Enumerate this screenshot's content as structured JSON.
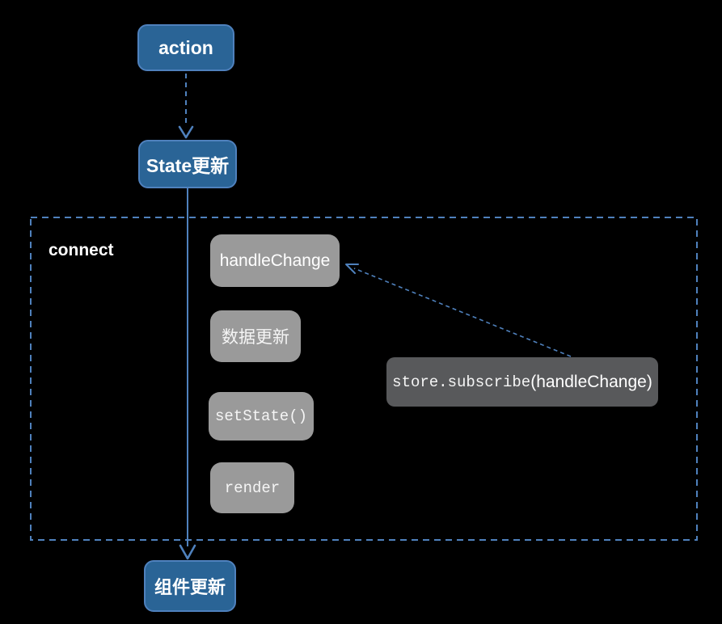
{
  "colors": {
    "background": "#000000",
    "blue_box": "#2a6496",
    "blue_box_border": "#4f81bd",
    "gray_box": "#9a9a9a",
    "dark_gray_box": "#58595b",
    "arrow": "#4f81bd",
    "text": "#ffffff"
  },
  "diagram": {
    "type": "flowchart",
    "nodes": {
      "action": "action",
      "state_update": "State更新",
      "connect_group": "connect",
      "handle_change": "handleChange",
      "data_update": "数据更新",
      "set_state": "setState()",
      "render": "render",
      "subscribe_prefix": "store.subscribe",
      "subscribe_suffix": "(handleChange)",
      "component_update": "组件更新"
    }
  }
}
